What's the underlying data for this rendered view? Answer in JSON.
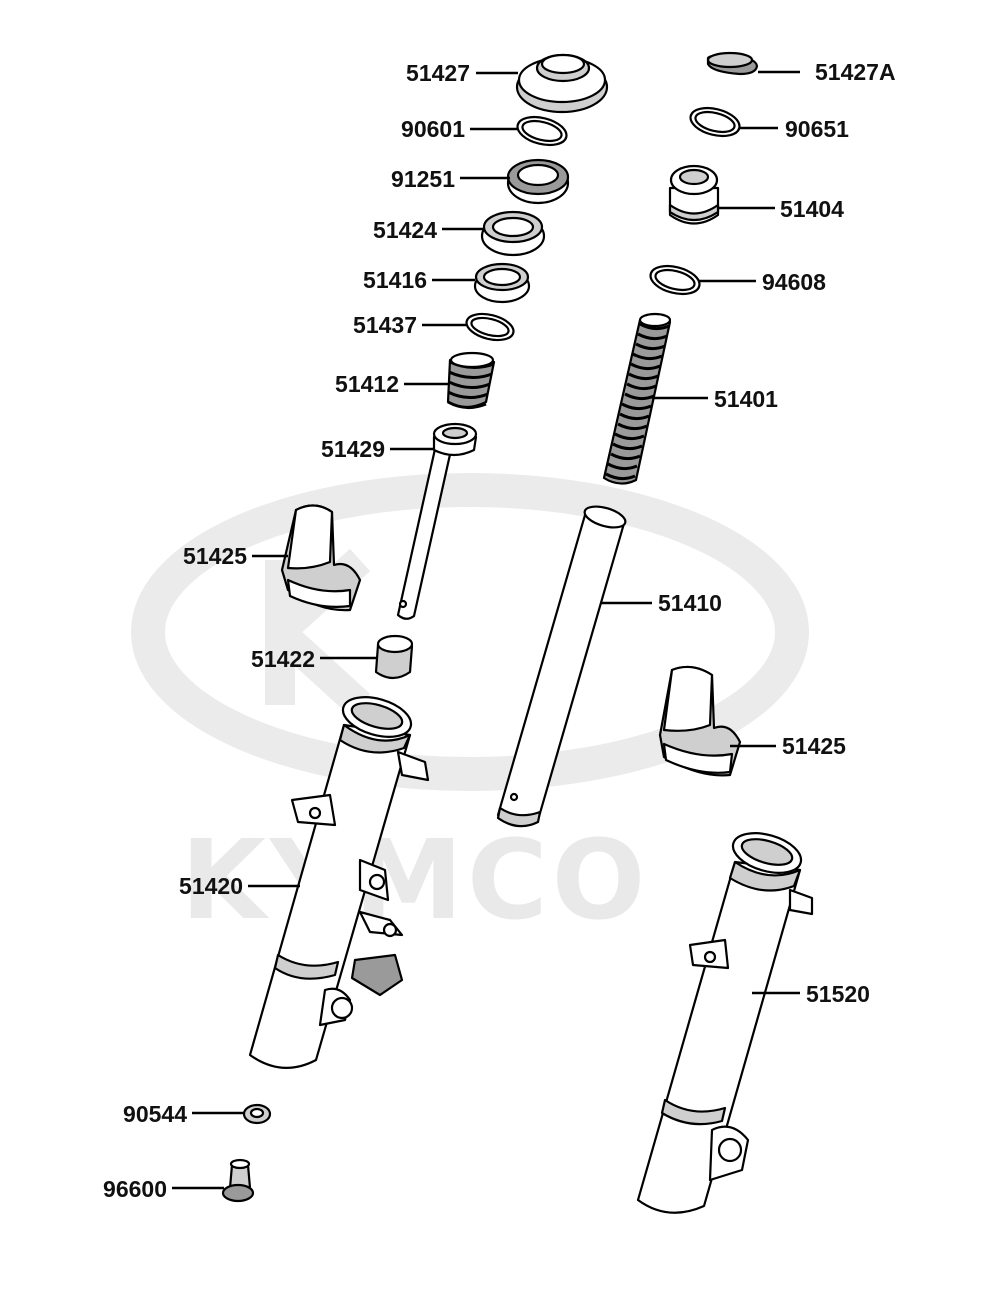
{
  "watermark": {
    "logo_text": "KYMCO",
    "color": "#e9e9e9"
  },
  "labels": [
    {
      "id": "51427",
      "text": "51427"
    },
    {
      "id": "51427A",
      "text": "51427A"
    },
    {
      "id": "90601",
      "text": "90601"
    },
    {
      "id": "90651",
      "text": "90651"
    },
    {
      "id": "91251",
      "text": "91251"
    },
    {
      "id": "51404",
      "text": "51404"
    },
    {
      "id": "51424",
      "text": "51424"
    },
    {
      "id": "51416",
      "text": "51416"
    },
    {
      "id": "94608",
      "text": "94608"
    },
    {
      "id": "51437",
      "text": "51437"
    },
    {
      "id": "51412",
      "text": "51412"
    },
    {
      "id": "51401",
      "text": "51401"
    },
    {
      "id": "51429",
      "text": "51429"
    },
    {
      "id": "51425a",
      "text": "51425"
    },
    {
      "id": "51410",
      "text": "51410"
    },
    {
      "id": "51422",
      "text": "51422"
    },
    {
      "id": "51425b",
      "text": "51425"
    },
    {
      "id": "51420",
      "text": "51420"
    },
    {
      "id": "51520",
      "text": "51520"
    },
    {
      "id": "90544",
      "text": "90544"
    },
    {
      "id": "96600",
      "text": "96600"
    }
  ]
}
